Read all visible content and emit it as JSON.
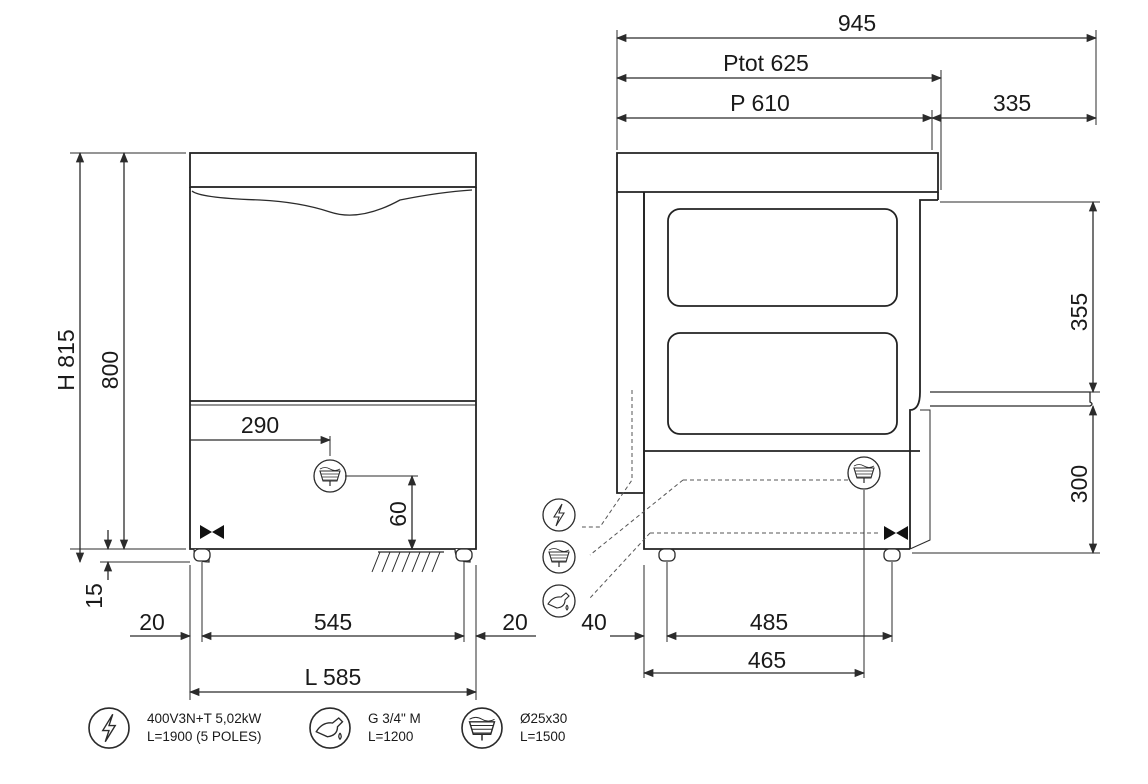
{
  "dimensions": {
    "overall_depth": "945",
    "total_depth": "Ptot 625",
    "depth": "P 610",
    "door_open": "335",
    "door_height": "355",
    "lower_height": "300",
    "total_height": "H 815",
    "body_height": "800",
    "feet_height": "15",
    "drain_offset": "290",
    "drain_height": "60",
    "left_margin": "20",
    "inner_width": "545",
    "right_margin": "20",
    "width": "L 585",
    "side_offset": "40",
    "side_485": "485",
    "side_465": "465"
  },
  "legend": {
    "electric": {
      "line1": "400V3N+T 5,02kW",
      "line2": "L=1900 (5 POLES)",
      "icon": "lightning-icon"
    },
    "water": {
      "line1": "G 3/4\" M",
      "line2": "L=1200",
      "icon": "water-tap-icon"
    },
    "drain": {
      "line1": "Ø25x30",
      "line2": "L=1500",
      "icon": "drain-icon"
    }
  }
}
